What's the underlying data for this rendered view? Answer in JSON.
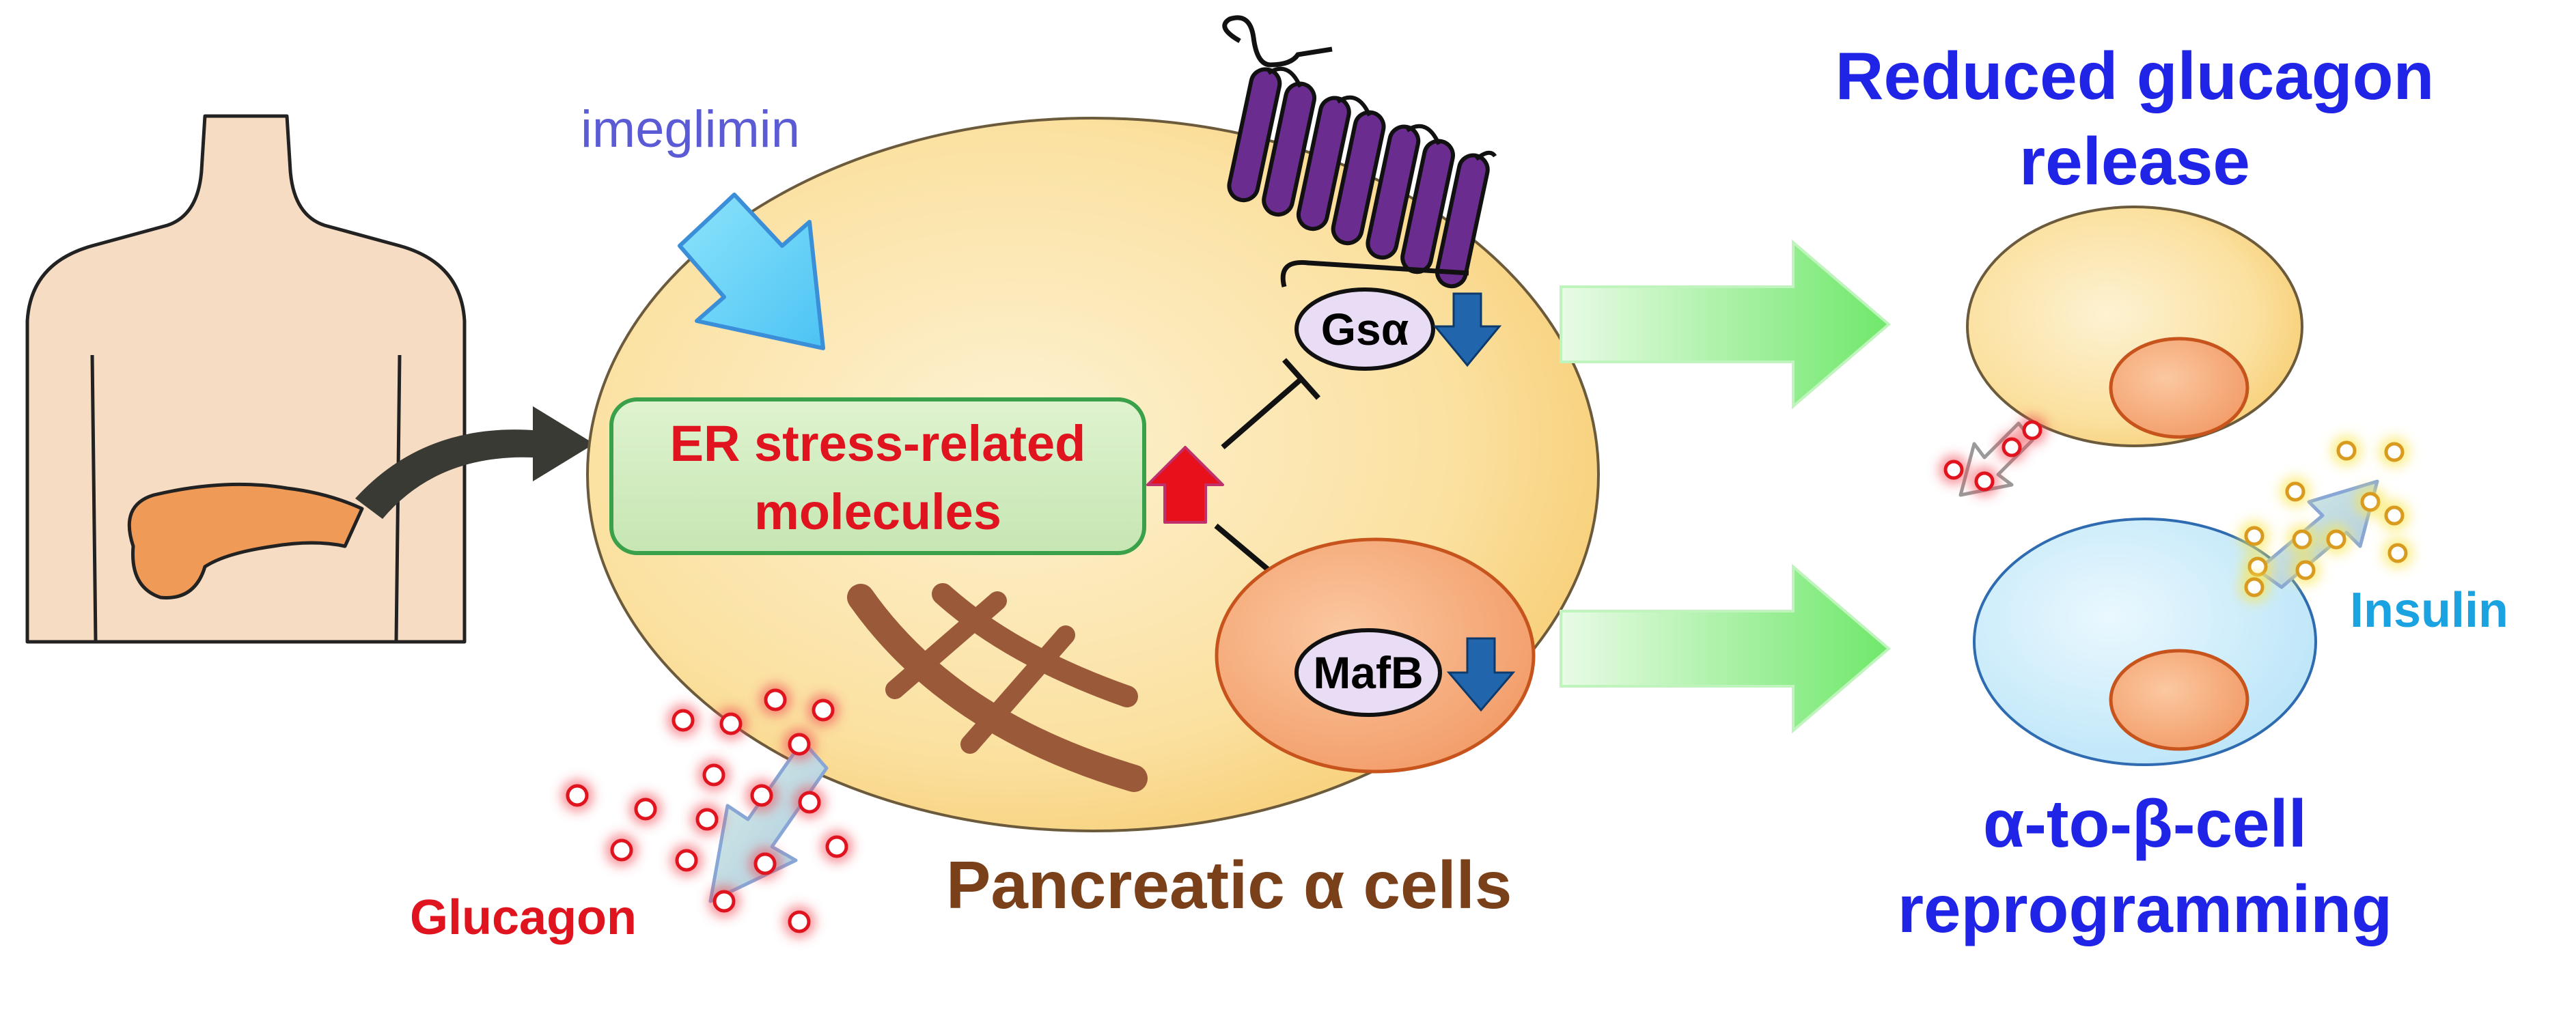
{
  "labels": {
    "drug": "imeglimin",
    "er_stress_line1": "ER stress-related",
    "er_stress_line2": "molecules",
    "gs_alpha": "Gsα",
    "mafb": "MafB",
    "glucagon": "Glucagon",
    "alpha_cells": "Pancreatic α cells",
    "outcome_top_line1": "Reduced glucagon",
    "outcome_top_line2": "release",
    "outcome_bottom_line1": "α-to-β-cell",
    "outcome_bottom_line2": "reprogramming",
    "insulin": "Insulin"
  },
  "colors": {
    "drug_text": "#5b5bd6",
    "er_text": "#e0141e",
    "glucagon_text": "#e0141e",
    "alpha_cells_text": "#7a4019",
    "outcome_text": "#1f24e6",
    "insulin_text": "#1aa3e0",
    "cell_fill": "#fbe1a1",
    "nucleus_fill": "#f4a576",
    "beta_cell_fill": "#c9ecfb",
    "receptor_fill": "#6a2d8f",
    "down_arrow": "#2166ac",
    "up_arrow": "#e8101a",
    "big_arrow": "#7df07a"
  }
}
